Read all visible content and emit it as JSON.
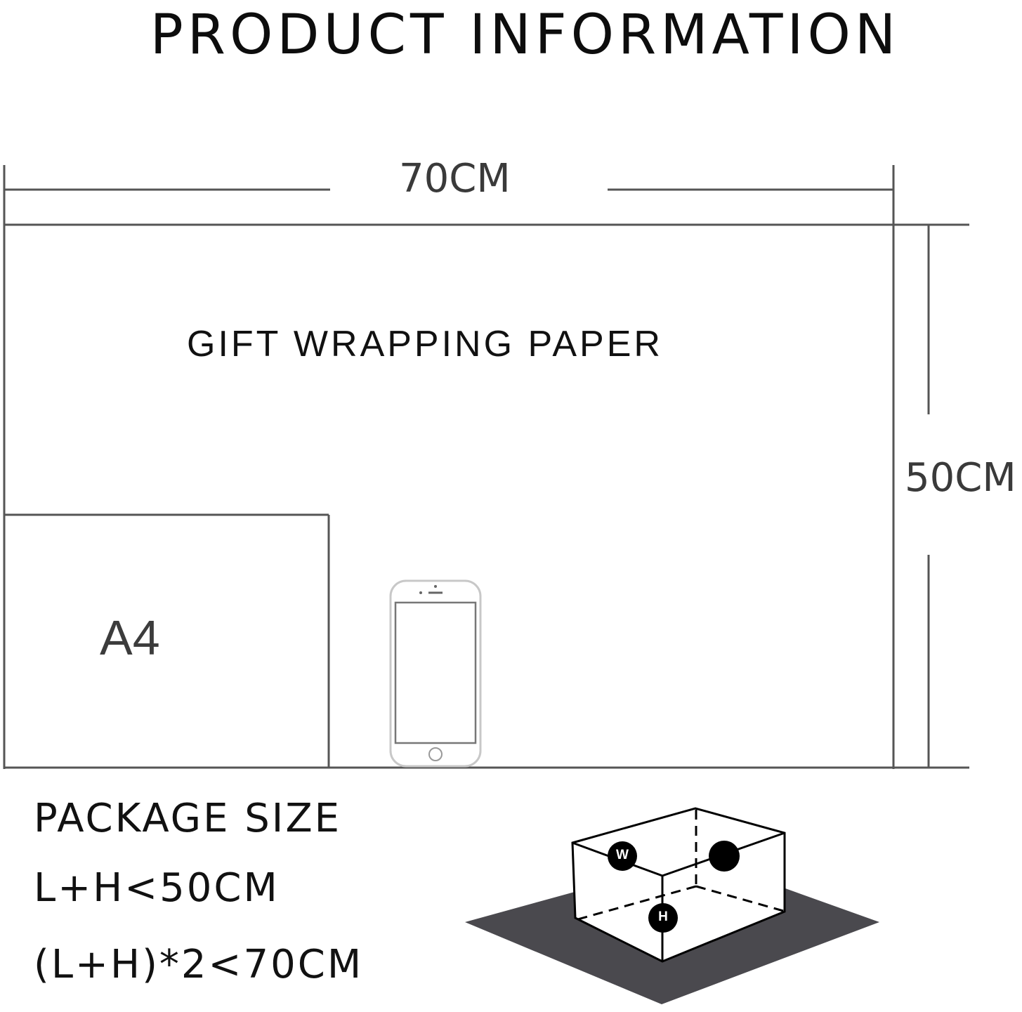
{
  "title": "PRODUCT INFORMATION",
  "diagram": {
    "width_label": "70CM",
    "height_label": "50CM",
    "paper_label": "GIFT WRAPPING PAPER",
    "a4_label": "A4",
    "phone_icon": "smartphone-icon"
  },
  "package": {
    "heading": "PACKAGE SIZE",
    "rule1": "L+H<50CM",
    "rule2": "(L+H)*2<70CM",
    "box_labels": {
      "w": "W",
      "h": "H",
      "l": ""
    },
    "colors": {
      "base": "#4a494e",
      "marker": "#000000"
    }
  }
}
